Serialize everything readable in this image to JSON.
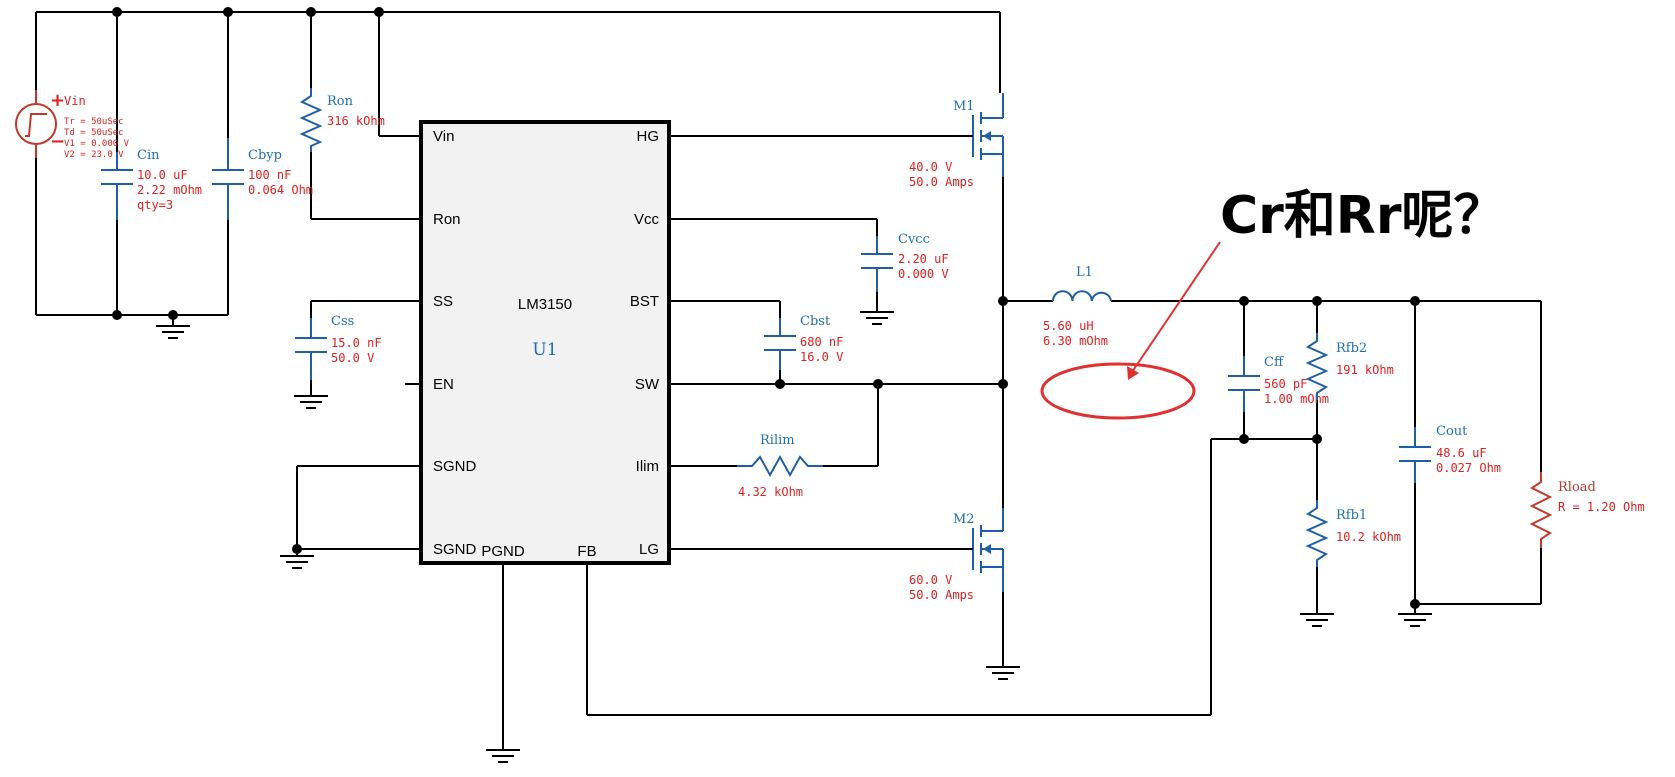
{
  "annotation": {
    "question": "Cr和Rr呢？",
    "highlight_color": "#e03030"
  },
  "ic": {
    "part": "LM3150",
    "ref": "U1",
    "pins_left": [
      "Vin",
      "Ron",
      "SS",
      "EN",
      "SGND",
      "SGND"
    ],
    "pins_right": [
      "HG",
      "Vcc",
      "BST",
      "SW",
      "Ilim",
      "LG"
    ],
    "pins_bottom": [
      "PGND",
      "FB"
    ]
  },
  "source": {
    "name": "Vin",
    "params": [
      "Tr = 50uSec",
      "Td = 50uSec",
      "V1 = 0.000 V",
      "V2 = 23.0 V"
    ]
  },
  "components": {
    "cin": {
      "name": "Cin",
      "values": [
        "10.0 uF",
        "2.22 mOhm",
        "qty=3"
      ]
    },
    "cbyp": {
      "name": "Cbyp",
      "values": [
        "100 nF",
        "0.064 Ohm"
      ]
    },
    "ron": {
      "name": "Ron",
      "values": [
        "316 kOhm"
      ]
    },
    "css": {
      "name": "Css",
      "values": [
        "15.0 nF",
        "50.0 V"
      ]
    },
    "cvcc": {
      "name": "Cvcc",
      "values": [
        "2.20 uF",
        "0.000 V"
      ]
    },
    "cbst": {
      "name": "Cbst",
      "values": [
        "680 nF",
        "16.0 V"
      ]
    },
    "rilim": {
      "name": "Rilim",
      "values": [
        "4.32 kOhm"
      ]
    },
    "m1": {
      "name": "M1",
      "values": [
        "40.0 V",
        "50.0 Amps"
      ]
    },
    "m2": {
      "name": "M2",
      "values": [
        "60.0 V",
        "50.0 Amps"
      ]
    },
    "l1": {
      "name": "L1",
      "values": [
        "5.60 uH",
        "6.30 mOhm"
      ]
    },
    "cff": {
      "name": "Cff",
      "values": [
        "560 pF",
        "1.00 mOhm"
      ]
    },
    "rfb2": {
      "name": "Rfb2",
      "values": [
        "191 kOhm"
      ]
    },
    "rfb1": {
      "name": "Rfb1",
      "values": [
        "10.2 kOhm"
      ]
    },
    "cout": {
      "name": "Cout",
      "values": [
        "48.6 uF",
        "0.027 Ohm"
      ]
    },
    "rload": {
      "name": "Rload",
      "values": [
        "R = 1.20 Ohm"
      ]
    }
  }
}
